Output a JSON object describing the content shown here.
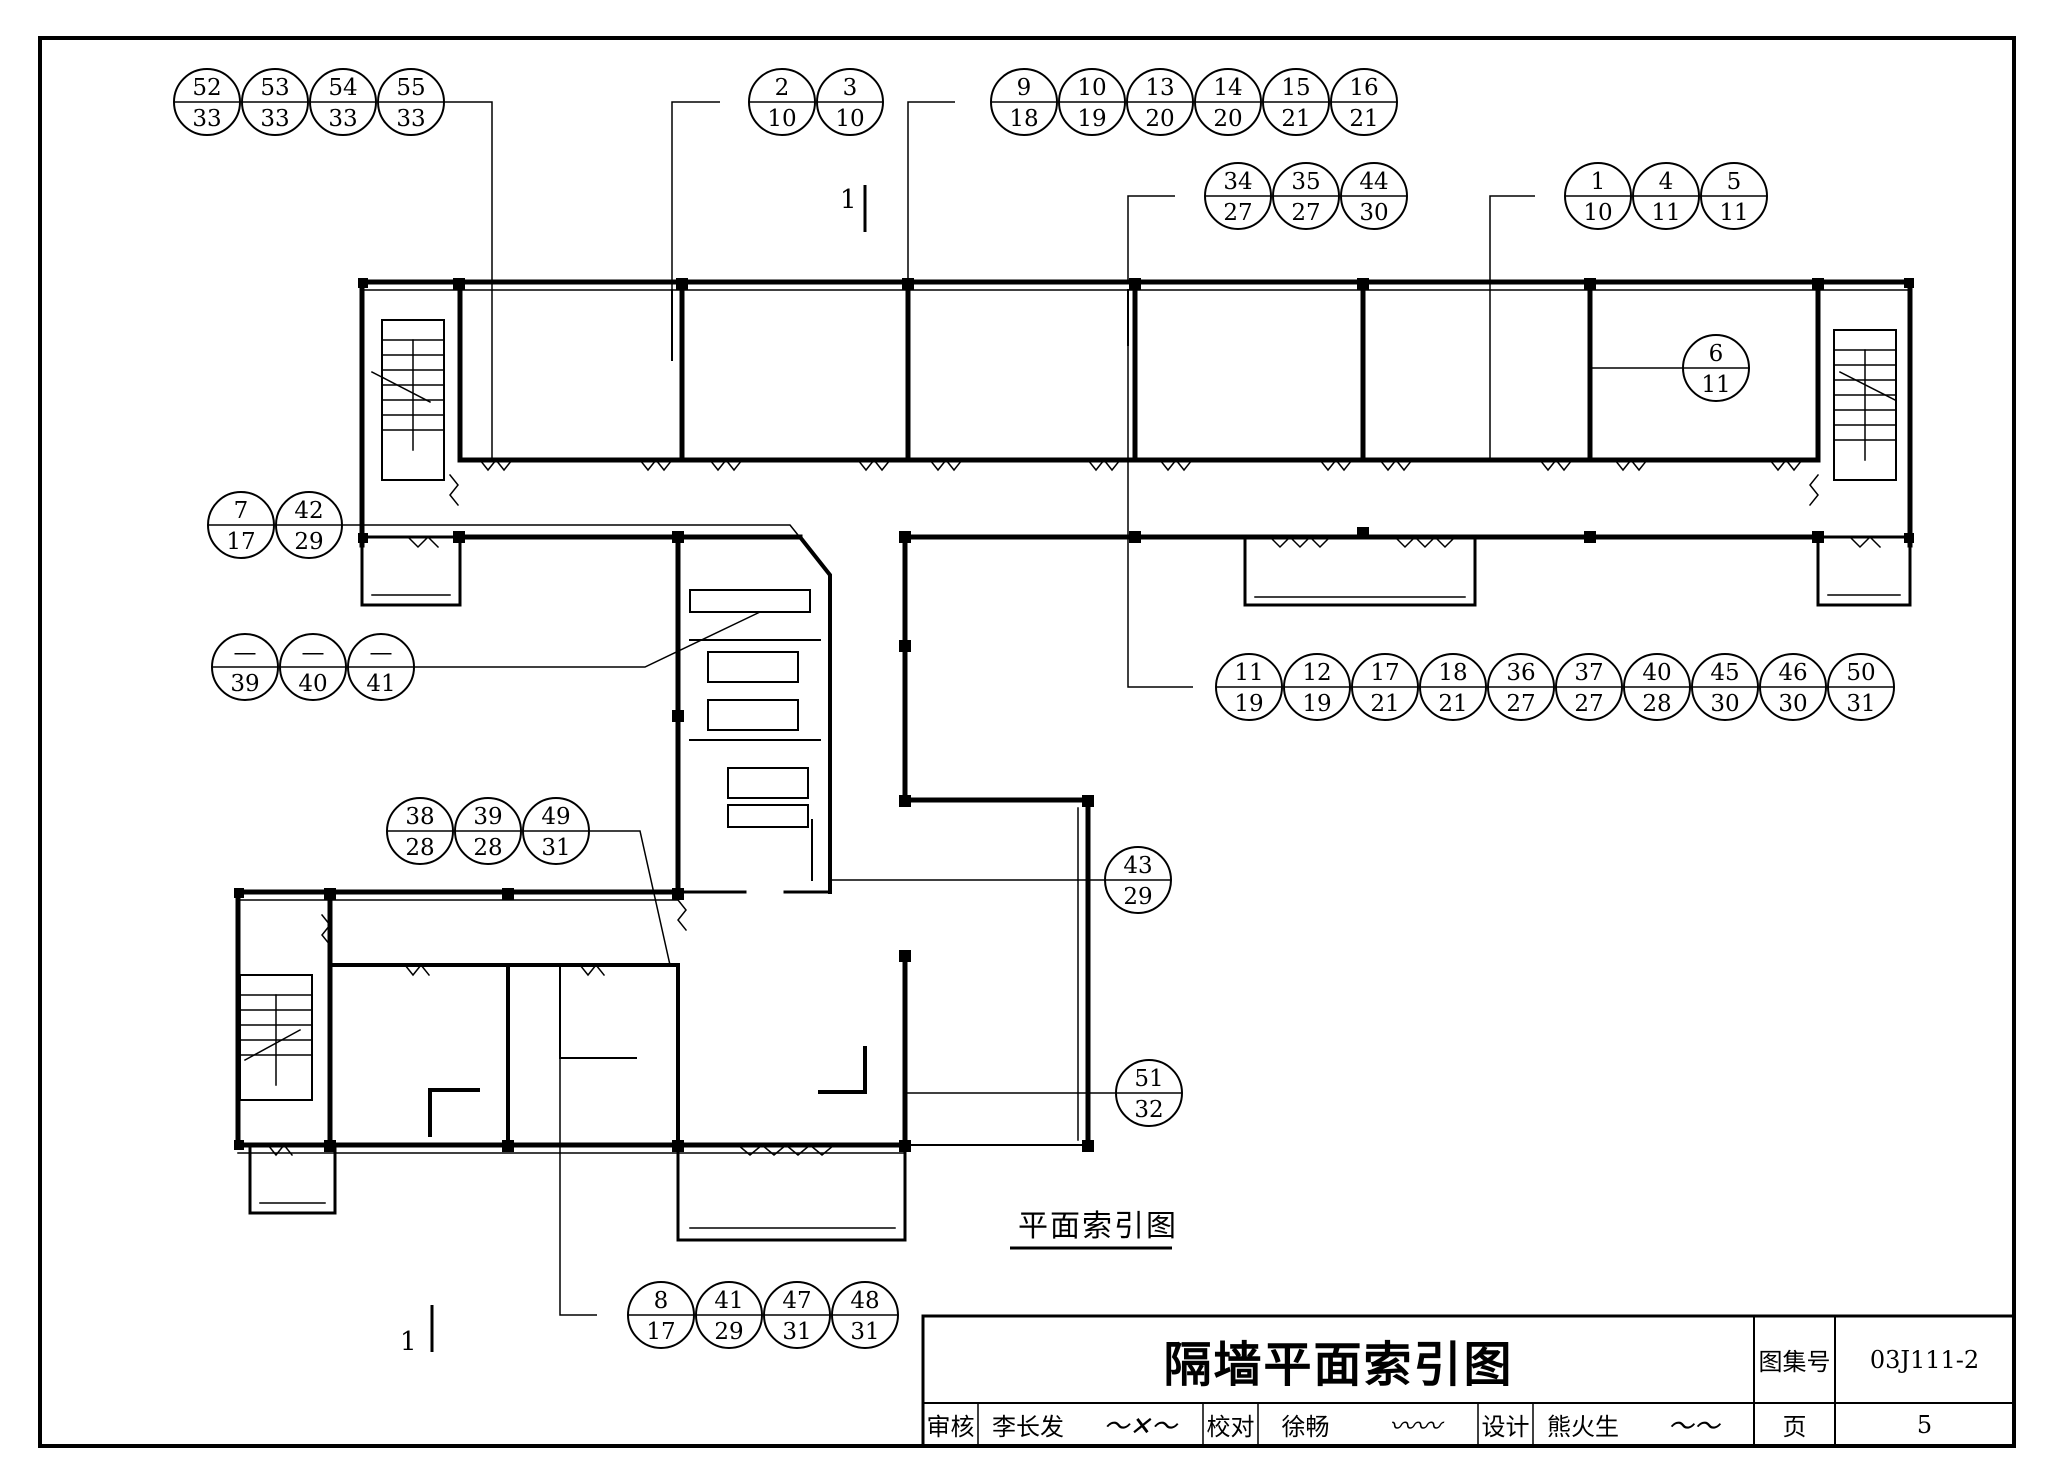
{
  "drawing": {
    "plan_caption": "平面索引图",
    "section_mark": "1"
  },
  "title_block": {
    "title": "隔墙平面索引图",
    "atlas_label": "图集号",
    "atlas_no": "03J111-2",
    "page_label": "页",
    "page_no": "5",
    "review_label": "审核",
    "reviewer": "李长发",
    "check_label": "校对",
    "checker": "徐畅",
    "design_label": "设计",
    "designer": "熊火生"
  },
  "callouts": [
    {
      "items": [
        [
          "52",
          "33"
        ],
        [
          "53",
          "33"
        ],
        [
          "54",
          "33"
        ],
        [
          "55",
          "33"
        ]
      ]
    },
    {
      "items": [
        [
          "2",
          "10"
        ],
        [
          "3",
          "10"
        ]
      ]
    },
    {
      "items": [
        [
          "9",
          "18"
        ],
        [
          "10",
          "19"
        ],
        [
          "13",
          "20"
        ],
        [
          "14",
          "20"
        ],
        [
          "15",
          "21"
        ],
        [
          "16",
          "21"
        ]
      ]
    },
    {
      "items": [
        [
          "34",
          "27"
        ],
        [
          "35",
          "27"
        ],
        [
          "44",
          "30"
        ]
      ]
    },
    {
      "items": [
        [
          "1",
          "10"
        ],
        [
          "4",
          "11"
        ],
        [
          "5",
          "11"
        ]
      ]
    },
    {
      "items": [
        [
          "6",
          "11"
        ]
      ]
    },
    {
      "items": [
        [
          "7",
          "17"
        ],
        [
          "42",
          "29"
        ]
      ]
    },
    {
      "items": [
        [
          "—",
          "39"
        ],
        [
          "—",
          "40"
        ],
        [
          "—",
          "41"
        ]
      ]
    },
    {
      "items": [
        [
          "11",
          "19"
        ],
        [
          "12",
          "19"
        ],
        [
          "17",
          "21"
        ],
        [
          "18",
          "21"
        ],
        [
          "36",
          "27"
        ],
        [
          "37",
          "27"
        ],
        [
          "40",
          "28"
        ],
        [
          "45",
          "30"
        ],
        [
          "46",
          "30"
        ],
        [
          "50",
          "31"
        ]
      ]
    },
    {
      "items": [
        [
          "38",
          "28"
        ],
        [
          "39",
          "28"
        ],
        [
          "49",
          "31"
        ]
      ]
    },
    {
      "items": [
        [
          "43",
          "29"
        ]
      ]
    },
    {
      "items": [
        [
          "51",
          "32"
        ]
      ]
    },
    {
      "items": [
        [
          "8",
          "17"
        ],
        [
          "41",
          "29"
        ],
        [
          "47",
          "31"
        ],
        [
          "48",
          "31"
        ]
      ]
    }
  ]
}
